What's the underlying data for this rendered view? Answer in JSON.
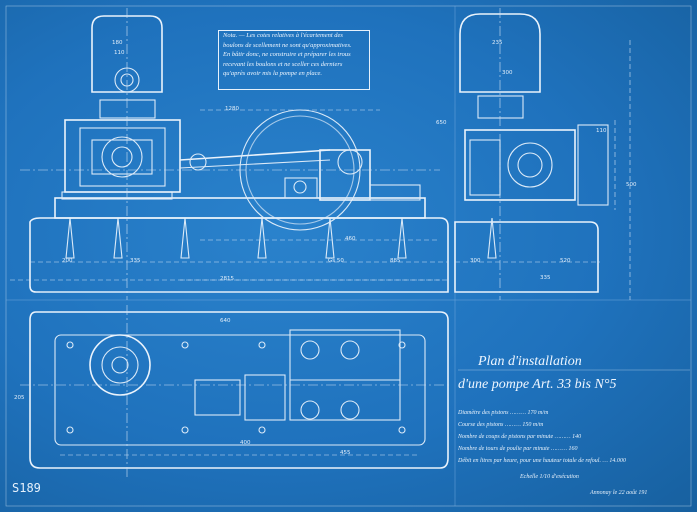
{
  "note": {
    "lines": [
      "Nota. — Les cotes relatives à l'écartement des",
      "boulons de scellement ne sont qu'approximatives.",
      "En bâtir donc, ne construire et préparer les trous",
      "recevant les boulons et ne sceller ces derniers",
      "qu'après avoir mis la pompe en place."
    ]
  },
  "title": {
    "line1": "Plan d'installation",
    "line2": "d'une pompe Art. 33 bis N°5"
  },
  "specs": [
    {
      "label": "Diamètre des pistons",
      "value": "170 m/m"
    },
    {
      "label": "Course des pistons",
      "value": "150 m/m"
    },
    {
      "label": "Nombre de coups de pistons par minute",
      "value": "140"
    },
    {
      "label": "Nombre de tours de poulie par minute",
      "value": "160"
    },
    {
      "label": "Débit en litres par heure, pour une hauteur totale de refoul.",
      "value": "14.000"
    }
  ],
  "signature": "Echelle 1/10 d'exécution",
  "date_line": "Annonay le 22 août 191",
  "stamp": "S189",
  "dims": {
    "d_180": "180",
    "d_110": "110",
    "d_235": "235",
    "d_1": "1280",
    "d_460": "460",
    "d_200a": "200",
    "d_335": "335",
    "d_gs": "Gs 50",
    "d_885": "885",
    "d_300": "300",
    "d_2815": "2815",
    "d_520": "520",
    "d_500": "500",
    "d_335b": "335",
    "d_205": "205",
    "d_640": "640",
    "d_400": "400",
    "d_455": "455",
    "d_110b": "110",
    "d_650": "650",
    "d_300b": "300"
  }
}
